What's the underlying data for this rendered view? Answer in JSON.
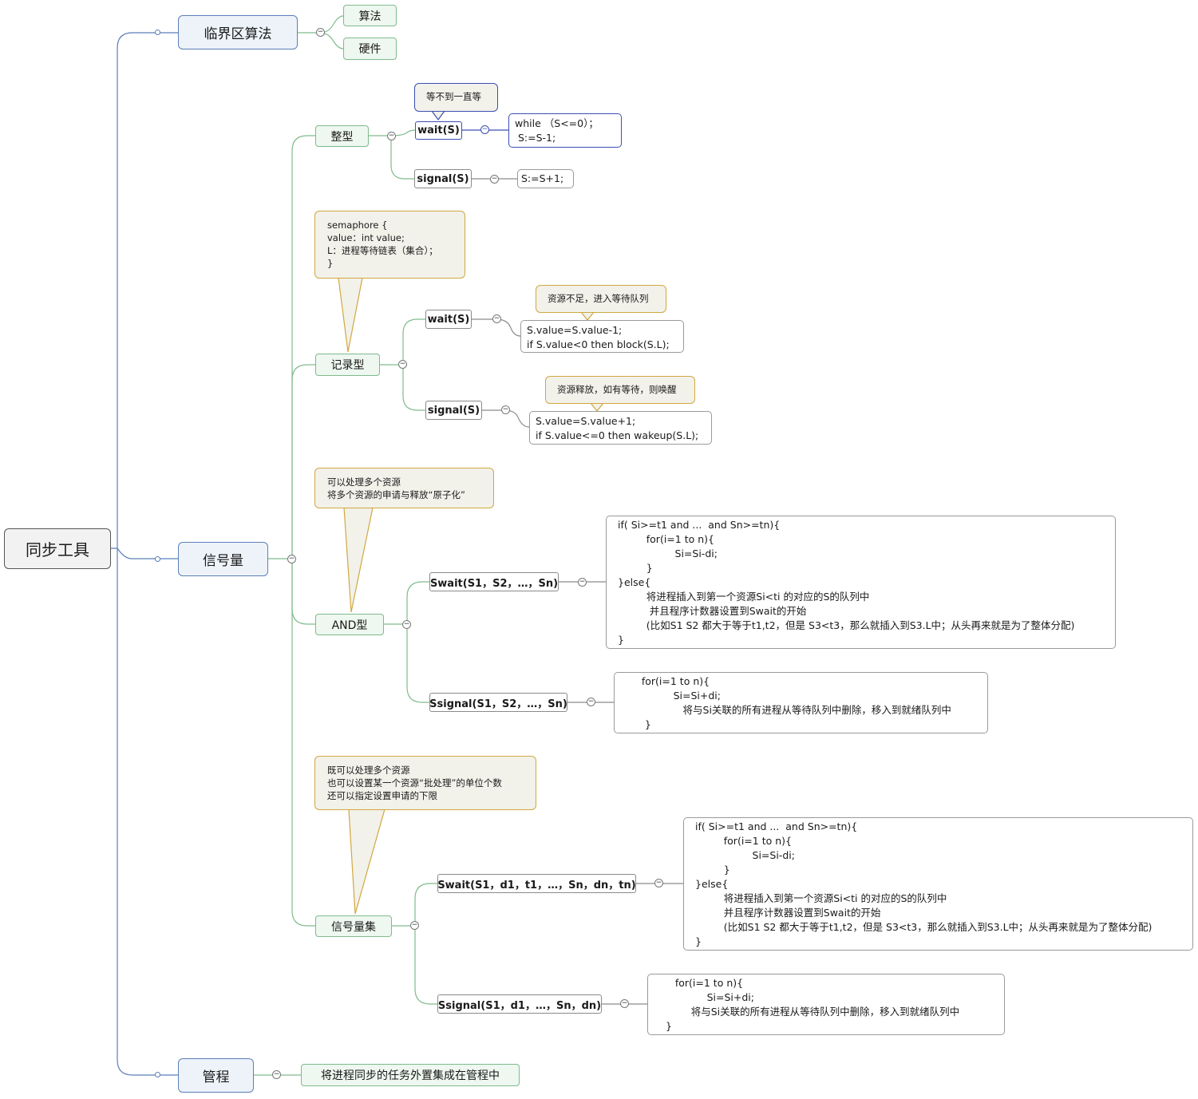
{
  "root": "同步工具",
  "branches": {
    "critical": {
      "label": "临界区算法",
      "children": [
        "算法",
        "硬件"
      ]
    },
    "semaphore": {
      "label": "信号量",
      "integer": {
        "label": "整型",
        "note": "等不到一直等",
        "wait": {
          "label": "wait(S)",
          "code": "while （S<=0）；\n S:=S-1;"
        },
        "signal": {
          "label": "signal(S)",
          "code": "S:=S+1;"
        }
      },
      "record": {
        "label": "记录型",
        "note": "semaphore {\nvalue：int value;\nL：进程等待链表（集合）；\n}",
        "wait": {
          "label": "wait(S)",
          "note": "资源不足，进入等待队列",
          "code": "S.value=S.value-1;\nif S.value<0 then block(S.L);"
        },
        "signal": {
          "label": "signal(S)",
          "note": "资源释放，如有等待，则唤醒",
          "code": "S.value=S.value+1;\nif S.value<=0 then wakeup(S.L);"
        }
      },
      "and": {
        "label": "AND型",
        "note": "可以处理多个资源\n将多个资源的申请与释放“原子化”",
        "swait": {
          "label": "Swait(S1，S2，…，Sn)",
          "code": "if( Si>=t1 and ...  and Sn>=tn){\n         for(i=1 to n){\n                  Si=Si-di;\n         }\n}else{\n         将进程插入到第一个资源Si<ti 的对应的S的队列中\n          并且程序计数器设置到Swait的开始\n         (比如S1 S2 都大于等于t1,t2，但是 S3<t3，那么就插入到S3.L中；从头再来就是为了整体分配)\n}"
        },
        "ssignal": {
          "label": "Ssignal(S1，S2，…，Sn)",
          "code": "     for(i=1 to n){\n               Si=Si+di;\n                  将与Si关联的所有进程从等待队列中删除，移入到就绪队列中\n      }"
        }
      },
      "set": {
        "label": "信号量集",
        "note": "既可以处理多个资源\n也可以设置某一个资源“批处理”的单位个数\n还可以指定设置申请的下限",
        "swait": {
          "label": "Swait(S1，d1，t1，…，Sn，dn，tn)",
          "code": "if( Si>=t1 and ...  and Sn>=tn){\n         for(i=1 to n){\n                  Si=Si-di;\n         }\n}else{\n         将进程插入到第一个资源Si<ti 的对应的S的队列中\n         并且程序计数器设置到Swait的开始\n         (比如S1 S2 都大于等于t1,t2，但是 S3<t3，那么就插入到S3.L中；从头再来就是为了整体分配)\n}"
        },
        "ssignal": {
          "label": "Ssignal(S1，d1，…，Sn，dn)",
          "code": "     for(i=1 to n){\n               Si=Si+di;\n          将与Si关联的所有进程从等待队列中删除，移入到就绪队列中\n  }"
        }
      }
    },
    "monitor": {
      "label": "管程",
      "child": "将进程同步的任务外置集成在管程中"
    }
  },
  "colors": {
    "level1": "#5b7fb8",
    "level2": "#7fbb8c",
    "note_border": "#d1a840",
    "note_fill": "#f2f1ea",
    "highlight": "#3c4fb4"
  }
}
